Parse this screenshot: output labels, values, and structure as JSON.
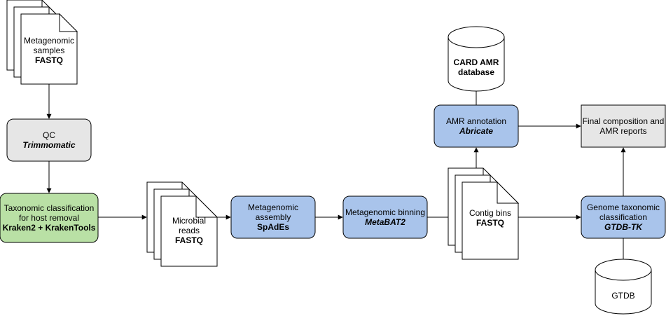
{
  "nodes": {
    "samples": {
      "line1": "Metagenomic",
      "line2": "samples",
      "line3": "FASTQ"
    },
    "qc": {
      "line1": "QC",
      "line2": "Trimmomatic"
    },
    "taxclass": {
      "line1": "Taxonomic classification",
      "line2": "for host removal",
      "line3": "Kraken2 + KrakenTools"
    },
    "reads": {
      "line1": "Microbial",
      "line2": "reads",
      "line3": "FASTQ"
    },
    "assembly": {
      "line1": "Metagenomic",
      "line2": "assembly",
      "line3": "SpAdEs"
    },
    "binning": {
      "line1": "Metagenomic binning",
      "line2": "MetaBAT2"
    },
    "bins": {
      "line1": "Contig bins",
      "line2": "FASTQ"
    },
    "amr": {
      "line1": "AMR annotation",
      "line2": "Abricate"
    },
    "card": {
      "line1": "CARD AMR",
      "line2": "database"
    },
    "final": {
      "line1": "Final composition and",
      "line2": "AMR reports"
    },
    "gtdbtk": {
      "line1": "Genome taxonomic",
      "line2": "classification",
      "line3": "GTDB-TK"
    },
    "gtdb": {
      "line1": "GTDB"
    }
  },
  "colors": {
    "stroke": "#000000",
    "grey_fill": "#e6e6e6",
    "green_fill": "#b9e0a5",
    "blue_fill": "#a9c4eb",
    "white_fill": "#ffffff"
  }
}
